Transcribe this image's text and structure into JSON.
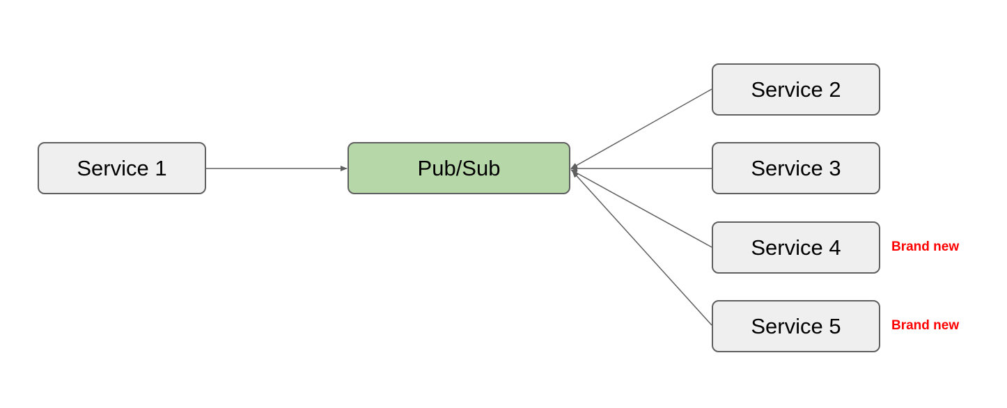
{
  "diagram": {
    "nodes": {
      "service1": "Service 1",
      "pubsub": "Pub/Sub",
      "service2": "Service 2",
      "service3": "Service 3",
      "service4": "Service 4",
      "service5": "Service 5"
    },
    "annotations": {
      "service4_badge": "Brand new",
      "service5_badge": "Brand new"
    },
    "edges": [
      {
        "from": "service1",
        "to": "pubsub"
      },
      {
        "from": "service2",
        "to": "pubsub"
      },
      {
        "from": "service3",
        "to": "pubsub"
      },
      {
        "from": "service4",
        "to": "pubsub"
      },
      {
        "from": "service5",
        "to": "pubsub"
      }
    ]
  },
  "colors": {
    "node_fill": "#efefef",
    "hub_fill": "#b6d7a8",
    "stroke": "#5f5f5f",
    "badge_text": "#ff0000"
  }
}
